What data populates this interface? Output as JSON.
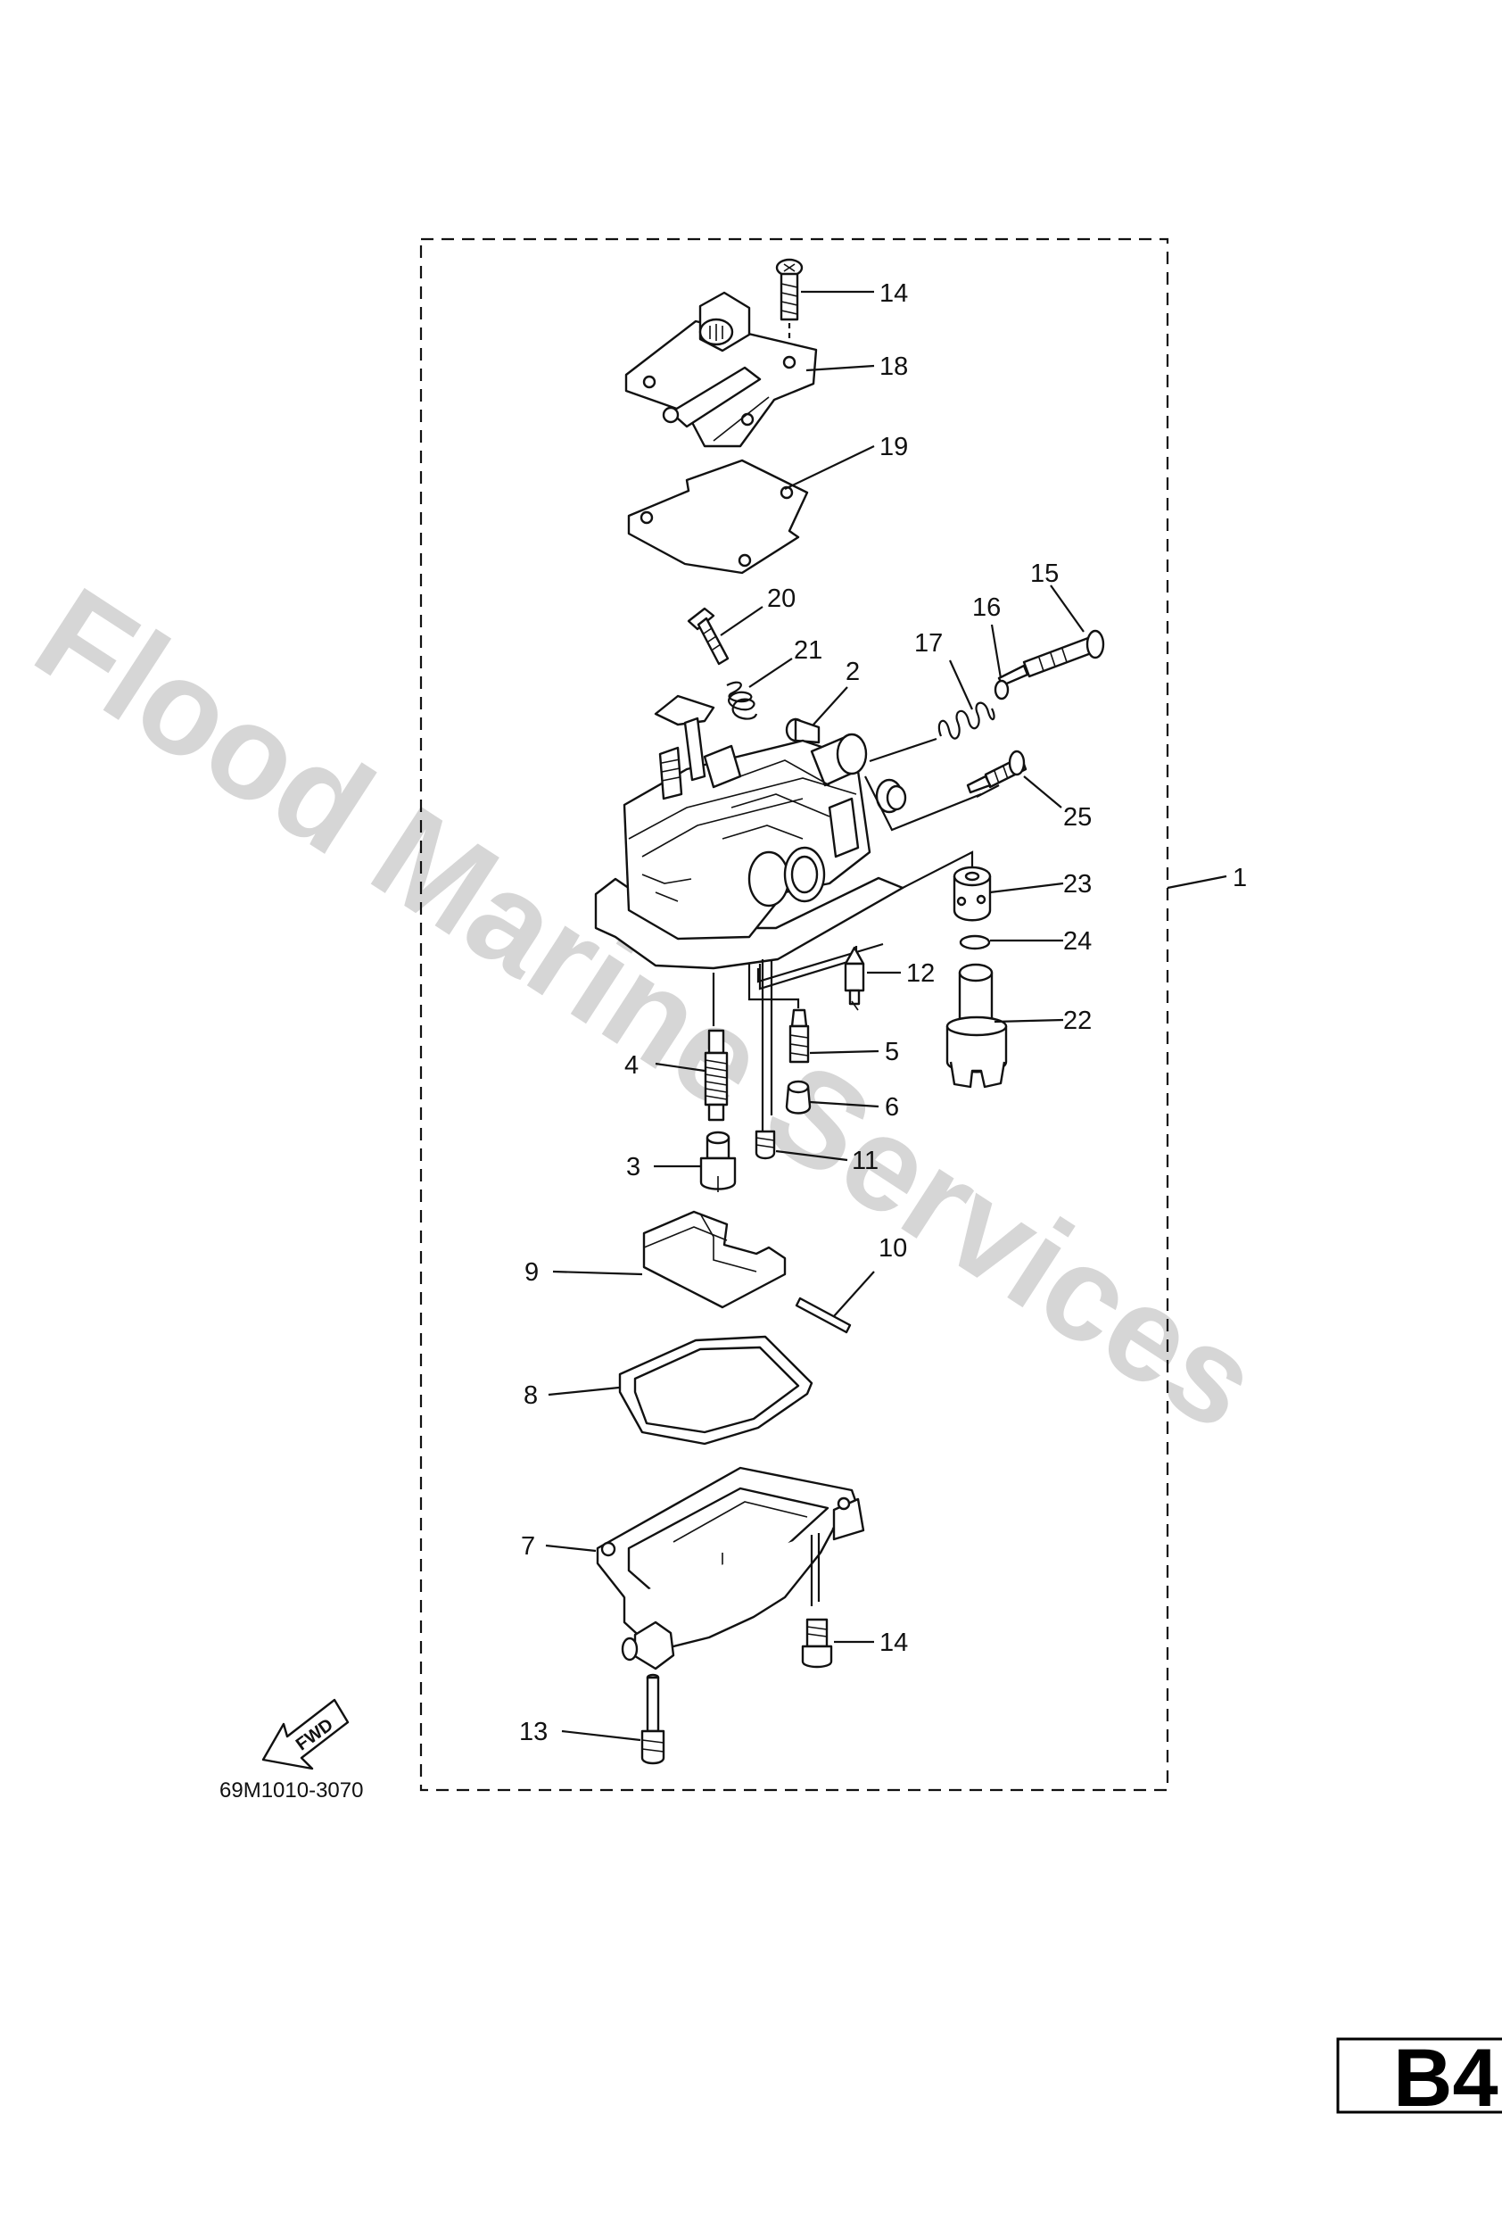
{
  "watermark": "Flood Marine Services",
  "page_tag": "B4",
  "diagram_ref": "69M1010-3070",
  "direction_label": "FWD",
  "callouts": {
    "c1": "1",
    "c2": "2",
    "c3": "3",
    "c4": "4",
    "c5": "5",
    "c6": "6",
    "c7": "7",
    "c8": "8",
    "c9": "9",
    "c10": "10",
    "c11": "11",
    "c12": "12",
    "c13": "13",
    "c14a": "14",
    "c14b": "14",
    "c15": "15",
    "c16": "16",
    "c17": "17",
    "c18": "18",
    "c19": "19",
    "c20": "20",
    "c21": "21",
    "c22": "22",
    "c23": "23",
    "c24": "24",
    "c25": "25"
  }
}
